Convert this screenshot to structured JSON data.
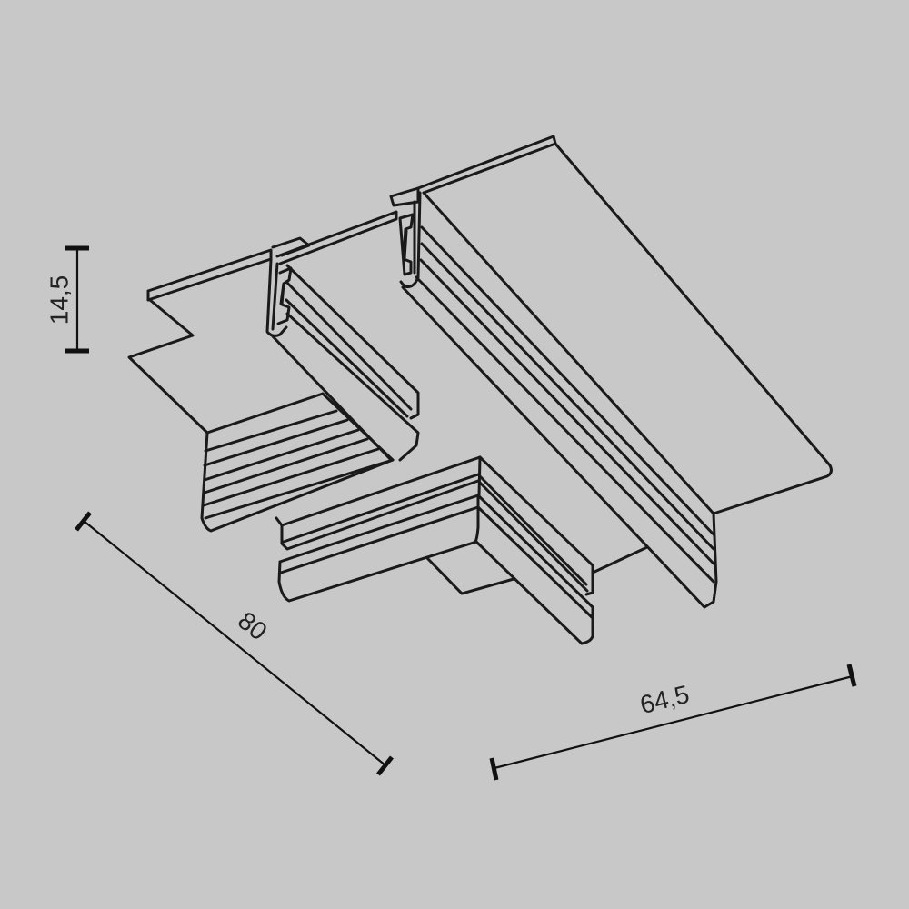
{
  "drawing": {
    "title": "",
    "subject": "T-connector for magnetic track (isometric line drawing)",
    "background_color": "#c8c8c8",
    "line_color": "#1a1a1a"
  },
  "dimensions": {
    "height": {
      "label": "14,5",
      "orientation": "vertical"
    },
    "length": {
      "label": "80",
      "orientation": "diagonal-down-right"
    },
    "width": {
      "label": "64,5",
      "orientation": "diagonal-up-right"
    }
  }
}
